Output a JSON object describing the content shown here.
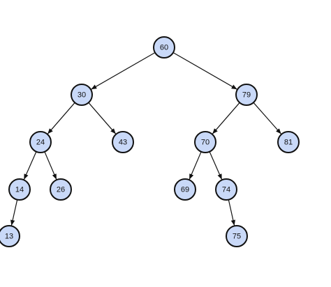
{
  "tree": {
    "colors": {
      "node_fill": "#c9d9f8",
      "node_stroke": "#111111",
      "edge": "#111111",
      "text": "#111111"
    },
    "nodes": [
      {
        "id": "n60",
        "label": "60"
      },
      {
        "id": "n30",
        "label": "30"
      },
      {
        "id": "n79",
        "label": "79"
      },
      {
        "id": "n24",
        "label": "24"
      },
      {
        "id": "n43",
        "label": "43"
      },
      {
        "id": "n70",
        "label": "70"
      },
      {
        "id": "n81",
        "label": "81"
      },
      {
        "id": "n14",
        "label": "14"
      },
      {
        "id": "n26",
        "label": "26"
      },
      {
        "id": "n69",
        "label": "69"
      },
      {
        "id": "n74",
        "label": "74"
      },
      {
        "id": "n13",
        "label": "13"
      },
      {
        "id": "n75",
        "label": "75"
      }
    ],
    "edges": [
      {
        "from": "n60",
        "to": "n30"
      },
      {
        "from": "n60",
        "to": "n79"
      },
      {
        "from": "n30",
        "to": "n24"
      },
      {
        "from": "n30",
        "to": "n43"
      },
      {
        "from": "n79",
        "to": "n70"
      },
      {
        "from": "n79",
        "to": "n81"
      },
      {
        "from": "n24",
        "to": "n14"
      },
      {
        "from": "n24",
        "to": "n26"
      },
      {
        "from": "n70",
        "to": "n69"
      },
      {
        "from": "n70",
        "to": "n74"
      },
      {
        "from": "n14",
        "to": "n13"
      },
      {
        "from": "n74",
        "to": "n75"
      }
    ]
  }
}
